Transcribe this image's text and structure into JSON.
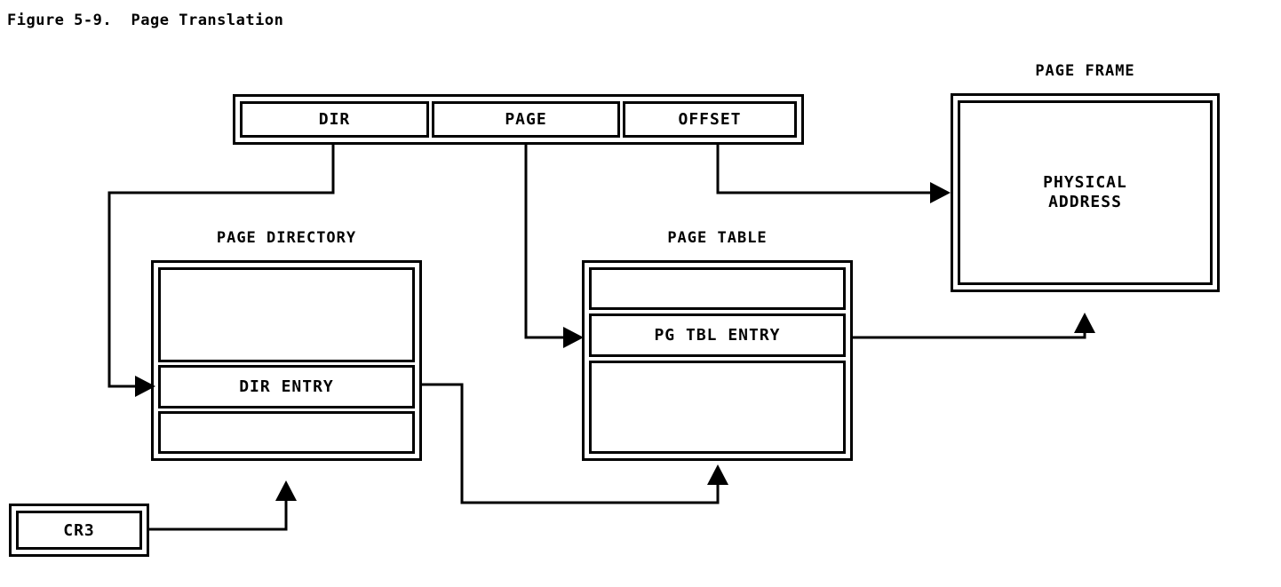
{
  "figure": {
    "caption": "Figure 5-9.  Page Translation"
  },
  "linear_address": {
    "fields": [
      {
        "label": "DIR"
      },
      {
        "label": "PAGE"
      },
      {
        "label": "OFFSET"
      }
    ]
  },
  "page_directory": {
    "title": "PAGE DIRECTORY",
    "entries": [
      {
        "label": ""
      },
      {
        "label": "DIR ENTRY"
      },
      {
        "label": ""
      }
    ]
  },
  "page_table": {
    "title": "PAGE TABLE",
    "entries": [
      {
        "label": ""
      },
      {
        "label": "PG TBL ENTRY"
      },
      {
        "label": ""
      }
    ]
  },
  "page_frame": {
    "title": "PAGE FRAME",
    "content_line1": "PHYSICAL",
    "content_line2": "ADDRESS"
  },
  "control_register": {
    "label": "CR3"
  },
  "colors": {
    "ink": "#000000",
    "paper": "#ffffff"
  }
}
